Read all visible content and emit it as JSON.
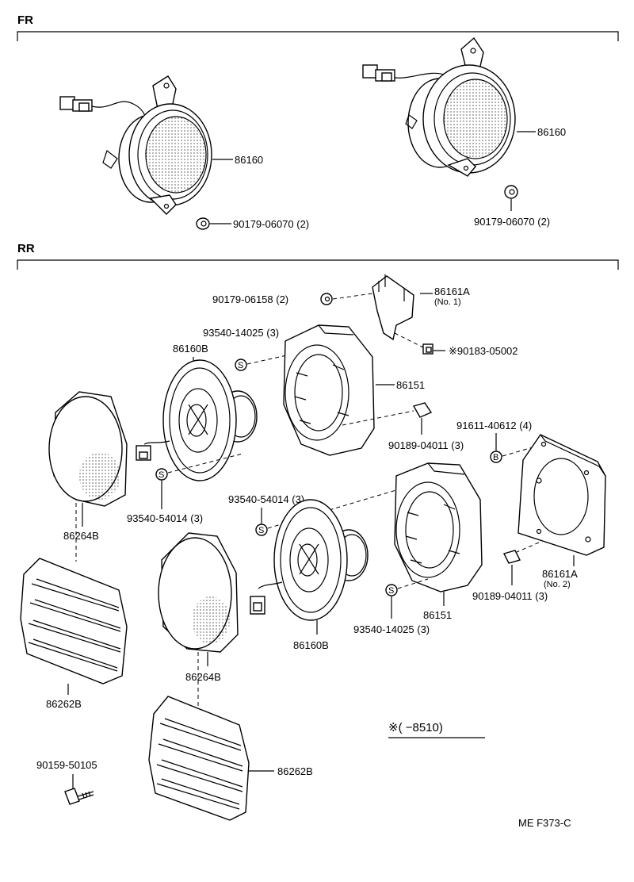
{
  "sections": {
    "front": "FR",
    "rear": "RR"
  },
  "labels": {
    "fr_left_speaker": "86160",
    "fr_left_nut": "90179-06070 (2)",
    "fr_right_speaker": "86160",
    "fr_right_nut": "90179-06070 (2)",
    "rr_nut_top": "90179-06158 (2)",
    "rr_bracket_no1": "86161A",
    "rr_bracket_no1_sub": "(No. 1)",
    "rr_clip_top": "※90183-05002",
    "rr_screw_top": "93540-14025 (3)",
    "rr_speaker_top": "86160B",
    "rr_housing_top": "86151",
    "rr_clip_mid": "90189-04011 (3)",
    "rr_bolt_right": "91611-40612 (4)",
    "rr_screw_mid_left": "93540-54014 (3)",
    "rr_screw_mid_center": "93540-54014 (3)",
    "rr_cover_left": "86264B",
    "rr_grille_left": "86262B",
    "rr_cover_center": "86264B",
    "rr_speaker_bottom": "86160B",
    "rr_housing_bottom": "86151",
    "rr_screw_bottom": "93540-14025 (3)",
    "rr_bracket_no2": "86161A",
    "rr_bracket_no2_sub": "(No. 2)",
    "rr_clip_bottom": "90189-04011 (3)",
    "rr_grille_center": "86262B",
    "rr_screw_grille": "90159-50105",
    "note": "※(      −8510)",
    "catalog_code": "ME  F373-C"
  },
  "symbols": {
    "screw_marker": "S",
    "bolt_marker": "B"
  }
}
